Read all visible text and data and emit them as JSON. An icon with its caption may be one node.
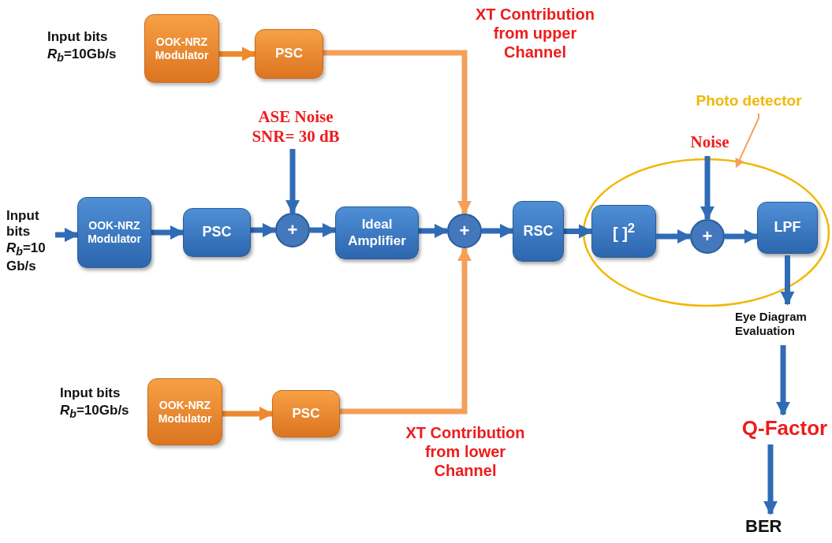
{
  "diagram": {
    "nodes": [
      {
        "text": [
          "OOK-NRZ Modulator"
        ]
      },
      {
        "text": [
          "PSC"
        ]
      },
      {
        "text": [
          "Input bits *R*$_{b}$=10 Gb/s"
        ]
      },
      {
        "text": [
          "OOK-NRZ Modulator"
        ]
      },
      {
        "text": [
          "PSC"
        ]
      },
      {
        "text": [
          "+"
        ]
      },
      {
        "text": [
          "ASE Noise SNR= 30 dB"
        ]
      },
      {
        "text": [
          "Ideal Amplifier"
        ]
      },
      {
        "text": [
          "+"
        ]
      },
      {
        "text": [
          "RSC"
        ]
      },
      {
        "text": [],
        "shape": "ellipse"
      },
      {
        "text": [
          "[  ]$^{2}$"
        ],
        "in": 10
      },
      {
        "text": [
          "+"
        ],
        "in": 10
      },
      {
        "text": [
          "LPF"
        ],
        "in": 10
      },
      {
        "text": [
          "Noise"
        ]
      },
      {
        "text": [
          "Photo detector"
        ]
      },
      {
        "text": [
          "Eye Diagram Evaluation"
        ]
      },
      {
        "text": [
          "Q-Factor"
        ]
      },
      {
        "text": [
          "BER"
        ]
      },
      {
        "text": [
          "OOK-NRZ Modulator"
        ]
      },
      {
        "text": [
          "PSC"
        ]
      }
    ],
    "edges": [
      {
        "from": 0,
        "to": 1,
        "arrow": "to",
        "color": "#ee8a2e"
      },
      {
        "from": 1,
        "to": 8,
        "arrow": "to",
        "color": "#f4a05a",
        "label": "XT Contribution from upper Channel"
      },
      {
        "from": 2,
        "to": 3,
        "arrow": "to"
      },
      {
        "from": 3,
        "to": 4,
        "arrow": "to"
      },
      {
        "from": 4,
        "to": 5,
        "arrow": "to"
      },
      {
        "from": 6,
        "to": 5,
        "arrow": "to"
      },
      {
        "from": 5,
        "to": 7,
        "arrow": "to"
      },
      {
        "from": 7,
        "to": 8,
        "arrow": "to"
      },
      {
        "from": 8,
        "to": 9,
        "arrow": "to"
      },
      {
        "from": 9,
        "to": 11,
        "arrow": "to"
      },
      {
        "from": 11,
        "to": 12,
        "arrow": "to"
      },
      {
        "from": 14,
        "to": 12,
        "arrow": "to"
      },
      {
        "from": 12,
        "to": 13,
        "arrow": "to"
      },
      {
        "from": 13,
        "to": 16,
        "arrow": "to"
      },
      {
        "from": 16,
        "to": 17,
        "arrow": "to"
      },
      {
        "from": 17,
        "to": 18,
        "arrow": "to"
      },
      {
        "from": 15,
        "to": 10,
        "arrow": "to",
        "color": "#f4a05a"
      },
      {
        "from": 19,
        "to": 20,
        "arrow": "to",
        "color": "#ee8a2e"
      },
      {
        "from": 20,
        "to": 8,
        "arrow": "to",
        "color": "#f4a05a",
        "label": "XT Contribution from lower Channel"
      }
    ],
    "labels": [
      "Input bits *R*$_{b}$=10Gb/s",
      "Input bits *R*$_{b}$=10Gb/s"
    ]
  }
}
